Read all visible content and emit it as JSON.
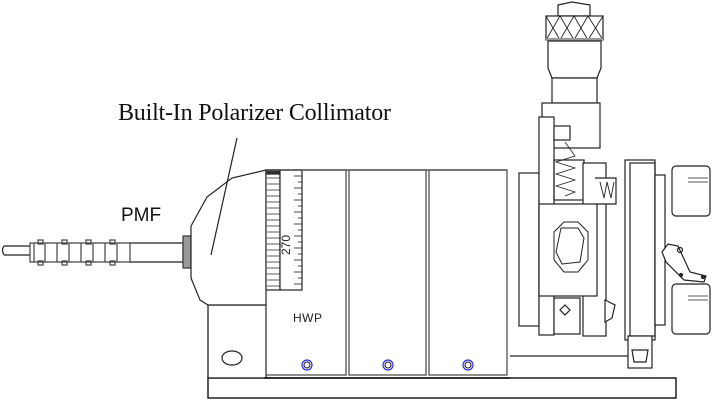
{
  "diagram": {
    "title_callout": "Built-In Polarizer Collimator",
    "fiber_label": "PMF",
    "waveplate_label": "HWP",
    "scale_marking": "270",
    "components": [
      "polarization-maintaining-fiber",
      "built-in-polarizer-collimator",
      "rotation-scale",
      "half-wave-plate-module",
      "blank-module-2",
      "blank-module-3",
      "micrometer-adjuster",
      "kinematic-mount",
      "base-plate"
    ],
    "colors": {
      "line": "#222222",
      "screw_marker": "#2a2ae8",
      "background": "#ffffff"
    }
  }
}
